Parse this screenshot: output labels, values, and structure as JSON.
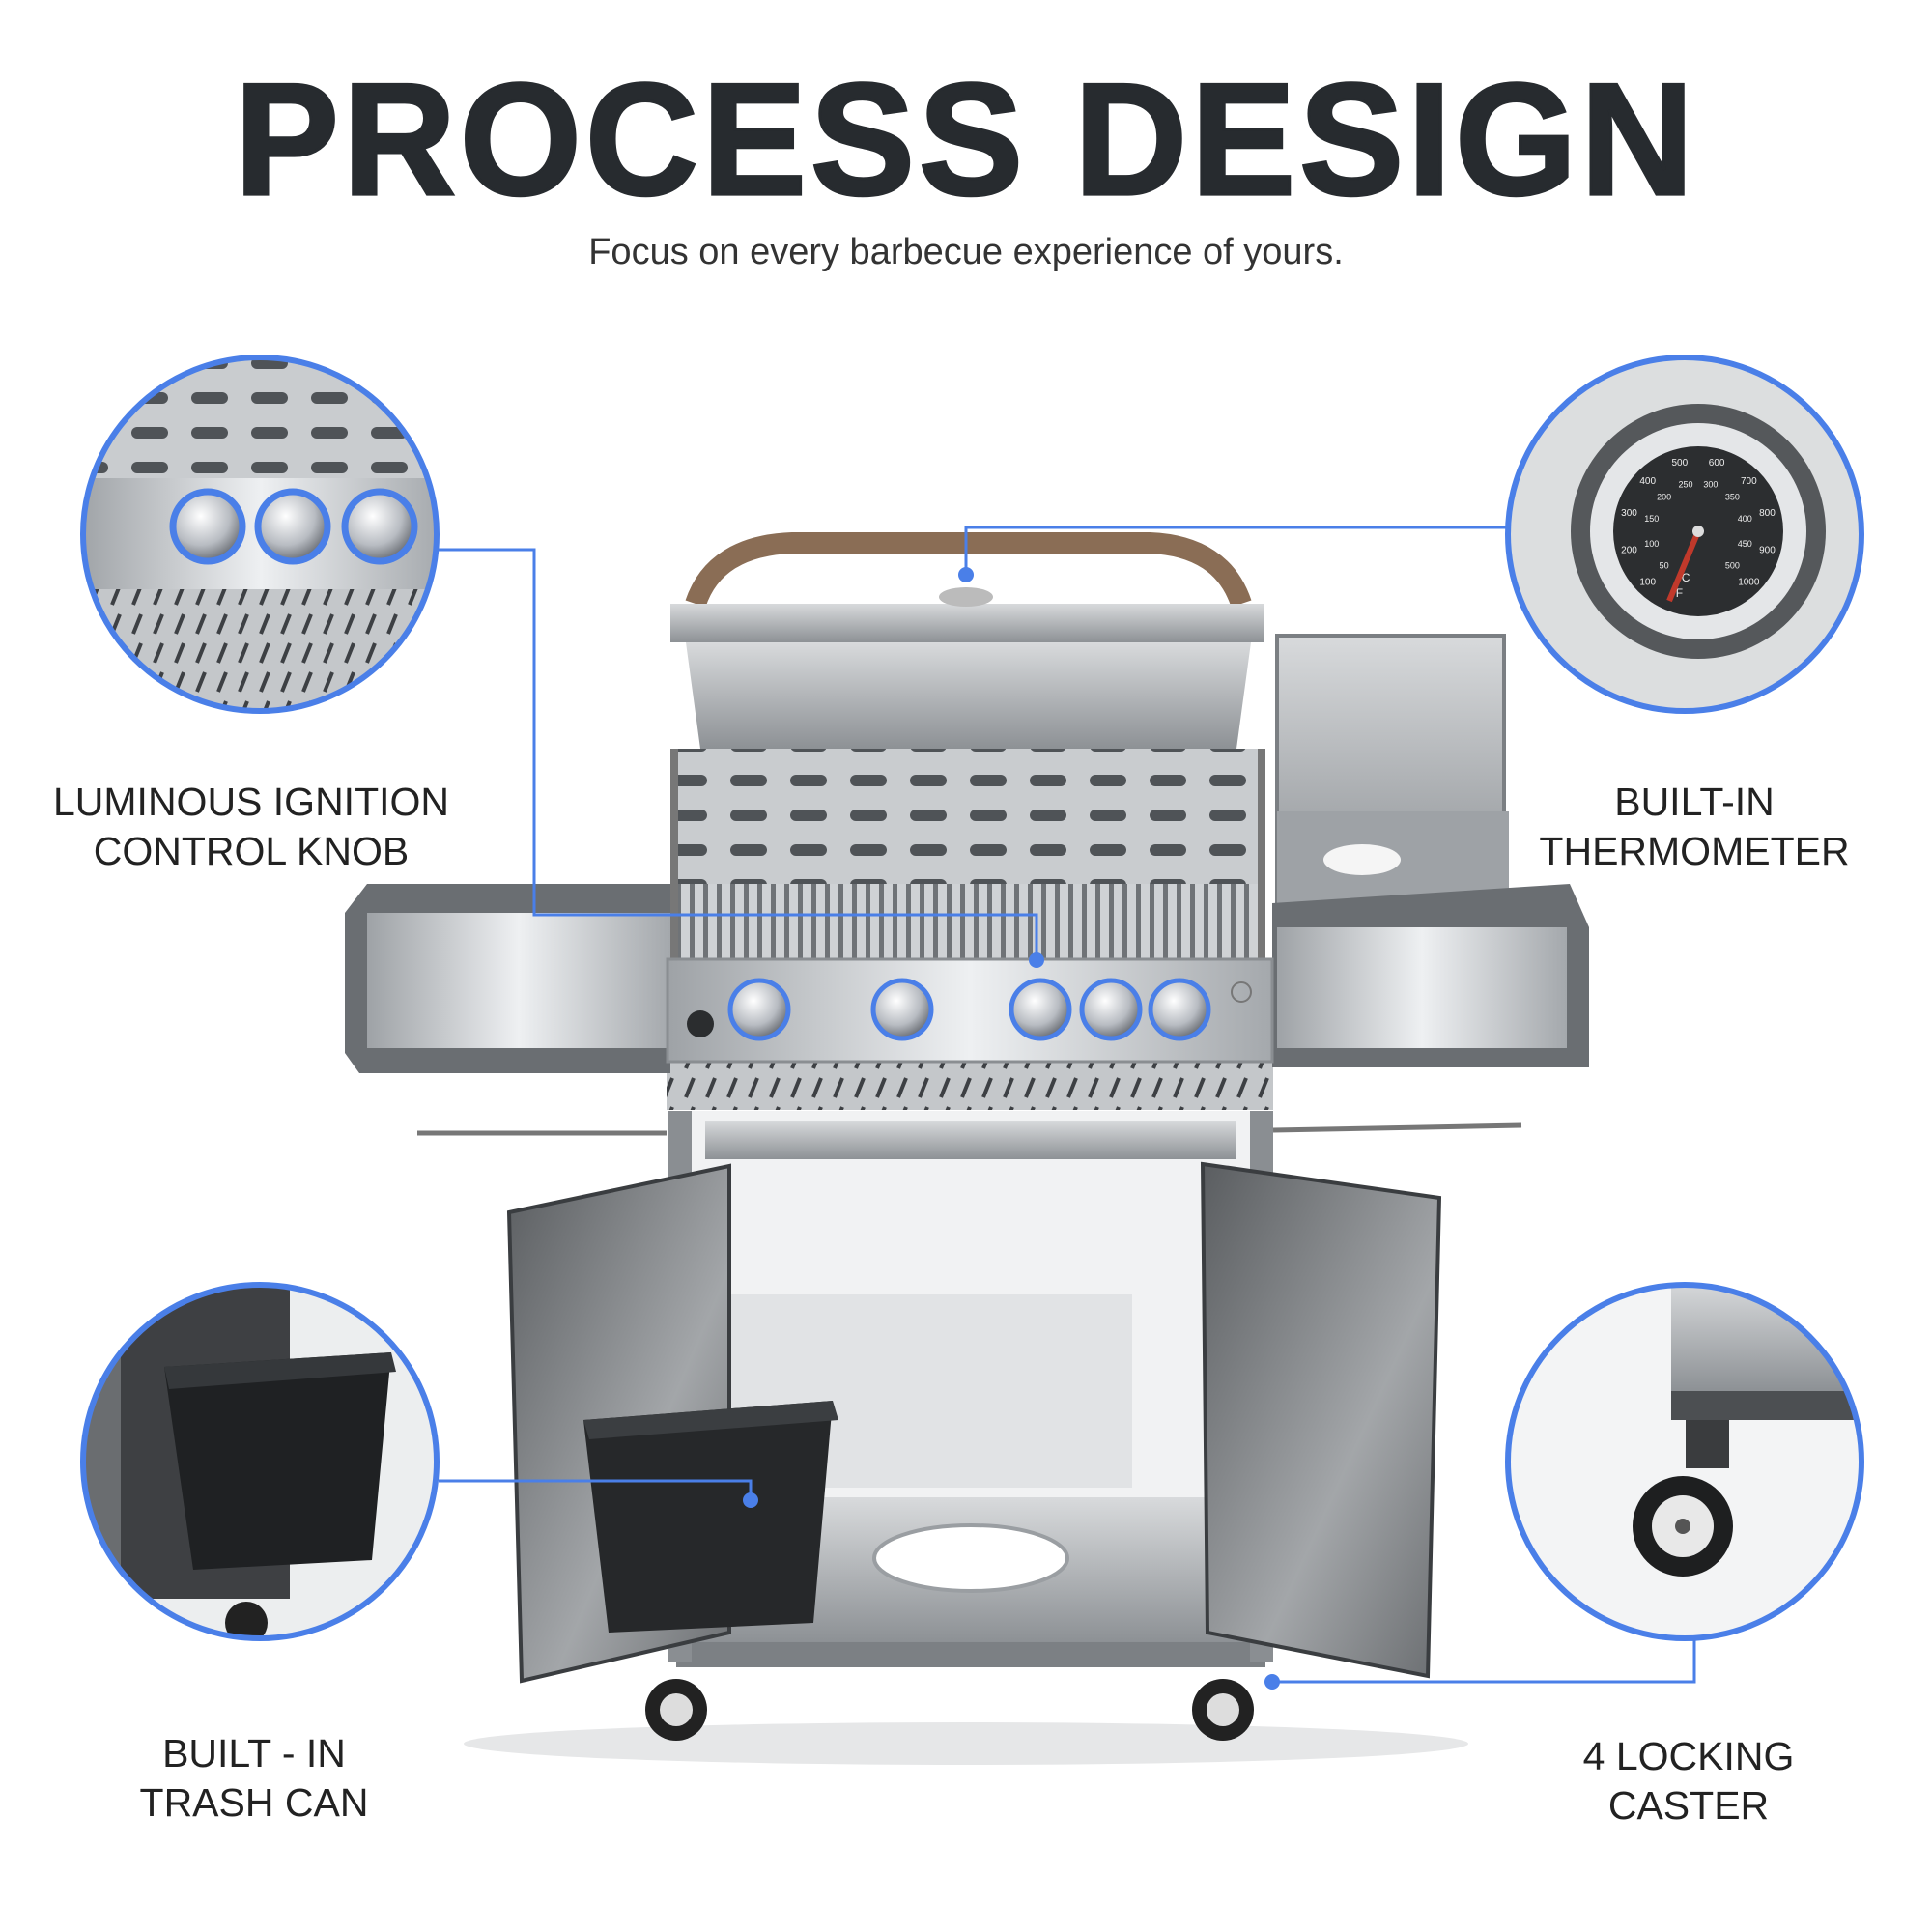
{
  "header": {
    "title": "PROCESS DESIGN",
    "subtitle": "Focus on every barbecue experience of yours."
  },
  "features": [
    {
      "id": "ignition",
      "line1": "LUMINOUS IGNITION",
      "line2": "CONTROL KNOB"
    },
    {
      "id": "thermometer",
      "line1": "BUILT-IN",
      "line2": "THERMOMETER"
    },
    {
      "id": "trash",
      "line1": "BUILT - IN",
      "line2": "TRASH CAN"
    },
    {
      "id": "caster",
      "line1": "4 LOCKING",
      "line2": "CASTER"
    }
  ],
  "thermometer_dial": {
    "fahrenheit": [
      "100",
      "200",
      "300",
      "400",
      "500",
      "600",
      "700",
      "800",
      "900",
      "1000"
    ],
    "celsius": [
      "50",
      "100",
      "150",
      "200",
      "250",
      "300",
      "350",
      "400",
      "450",
      "500"
    ],
    "unit_f": "°F",
    "unit_c": "°C"
  },
  "colors": {
    "accent": "#4a7fe8",
    "title": "#272b2f",
    "handle": "#8a6d55"
  }
}
